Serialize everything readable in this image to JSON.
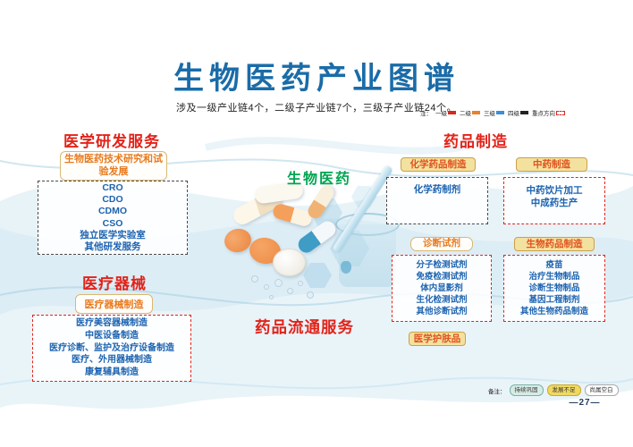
{
  "colors": {
    "title": "#1a6ca8",
    "l1": "#e2231a",
    "l2": "#e87a1e",
    "l2_bg": "#f3e1a0",
    "l2_border": "#c9a24a",
    "l3": "#1c63b0",
    "root_green": "#00a551",
    "dash_dark": "#4a4a4a"
  },
  "page": {
    "title": "生物医药产业图谱",
    "subtitle": "涉及一级产业链4个，二级子产业链7个，三级子产业链24个。",
    "page_number": "—27—"
  },
  "legend_top": {
    "prefix": "注：",
    "items": [
      {
        "label": "一级",
        "color": "#d42a22"
      },
      {
        "label": "二级",
        "color": "#e8822c"
      },
      {
        "label": "三级",
        "color": "#3b8fd4"
      },
      {
        "label": "四级",
        "color": "#222222"
      },
      {
        "label": "重点方向",
        "color": "#d42a22",
        "style": "dashed"
      }
    ]
  },
  "legend_bottom": {
    "prefix": "备注：",
    "items": [
      {
        "label": "持续巩固",
        "bg": "#d7ebe4",
        "border": "#79b3a6"
      },
      {
        "label": "发展不足",
        "bg": "#f1d95e",
        "border": "#c9ab32"
      },
      {
        "label": "尚属空白",
        "bg": "#ffffff",
        "border": "#aaaaaa"
      }
    ]
  },
  "root": {
    "label": "生物医药"
  },
  "sections": {
    "rnd": {
      "title": "医学研发服务",
      "sub": "生物医药技术研究和试验发展",
      "items": [
        "CRO",
        "CDO",
        "CDMO",
        "CSO",
        "独立医学实验室",
        "其他研发服务"
      ]
    },
    "devices": {
      "title": "医疗器械",
      "sub": "医疗器械制造",
      "items": [
        "医疗美容器械制造",
        "中医设备制造",
        "医疗诊断、监护及治疗设备制造",
        "医疗、外用器械制造",
        "康复辅具制造"
      ]
    },
    "manufacturing": {
      "title": "药品制造",
      "chem": {
        "label": "化学药品制造",
        "items": [
          "化学药制剂"
        ]
      },
      "tcm": {
        "label": "中药制造",
        "items": [
          "中药饮片加工",
          "中成药生产"
        ]
      },
      "diag": {
        "label": "诊断试剂",
        "items": [
          "分子检测试剂",
          "免疫检测试剂",
          "体内显影剂",
          "生化检测试剂",
          "其他诊断试剂"
        ]
      },
      "bio": {
        "label": "生物药品制造",
        "items": [
          "疫苗",
          "治疗生物制品",
          "诊断生物制品",
          "基因工程制剂",
          "其他生物药品制造"
        ]
      },
      "skincare": {
        "label": "医学护肤品"
      }
    },
    "circulation": {
      "title": "药品流通服务"
    }
  }
}
